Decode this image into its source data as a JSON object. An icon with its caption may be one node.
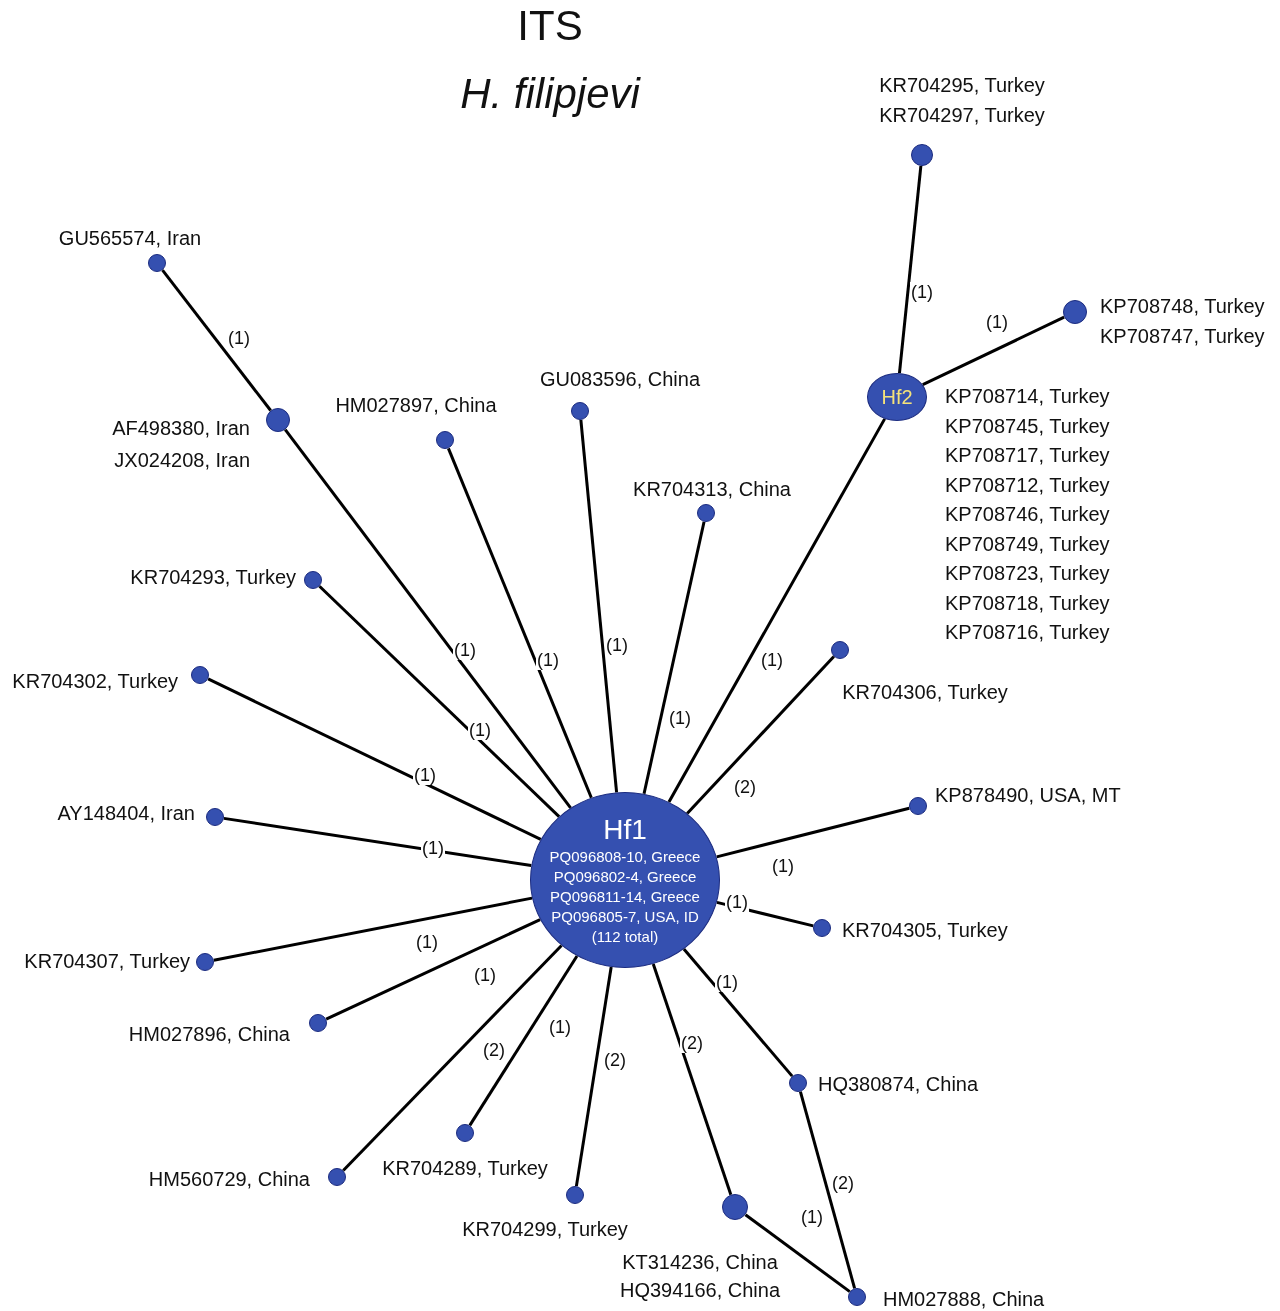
{
  "diagram": {
    "title": "ITS",
    "nodes": [
      {
        "text": [],
        "shape": "circle",
        "beside": [
          "KR704295, Turkey",
          "KR704297, Turkey"
        ]
      },
      {
        "text": [],
        "shape": "circle",
        "beside": [
          "GU565574, Iran"
        ]
      },
      {
        "text": [],
        "shape": "circle",
        "beside": [
          "KP708748, Turkey",
          "KP708747, Turkey"
        ]
      },
      {
        "text": [],
        "shape": "circle",
        "beside": [
          "GU083596, China"
        ]
      },
      {
        "text": [
          "Hf2"
        ],
        "beside": [
          "KP708714, Turkey",
          "KP708745, Turkey",
          "KP708717, Turkey",
          "KP708712, Turkey",
          "KP708746, Turkey",
          "KP708749, Turkey",
          "KP708723, Turkey",
          "KP708718, Turkey",
          "KP708716, Turkey"
        ]
      },
      {
        "text": [],
        "shape": "circle",
        "beside": [
          "AF498380, Iran",
          "JX024208, Iran"
        ]
      },
      {
        "text": [],
        "shape": "circle",
        "beside": [
          "HM027897, China"
        ]
      },
      {
        "text": [],
        "shape": "circle",
        "beside": [
          "KR704313, China"
        ]
      },
      {
        "text": [],
        "shape": "circle",
        "beside": [
          "KR704293, Turkey"
        ]
      },
      {
        "text": [],
        "shape": "circle",
        "beside": [
          "KR704306, Turkey"
        ]
      },
      {
        "text": [],
        "shape": "circle",
        "beside": [
          "KR704302, Turkey"
        ]
      },
      {
        "text": [],
        "shape": "circle",
        "beside": [
          "KP878490, USA, MT"
        ]
      },
      {
        "text": [],
        "shape": "circle",
        "beside": [
          "AY148404, Iran"
        ]
      },
      {
        "text": [
          "Hf1",
          "PQ096808-10, Greece",
          "PQ096802-4, Greece",
          "PQ096811-14, Greece",
          "PQ096805-7, USA, ID",
          "(112 total)"
        ]
      },
      {
        "text": [],
        "shape": "circle",
        "beside": [
          "KR704305, Turkey"
        ]
      },
      {
        "text": [],
        "shape": "circle",
        "beside": [
          "KR704307, Turkey"
        ]
      },
      {
        "text": [],
        "shape": "circle",
        "beside": [
          "HM027896, China"
        ]
      },
      {
        "text": [],
        "shape": "circle",
        "beside": [
          "HQ380874, China"
        ]
      },
      {
        "text": [],
        "shape": "circle",
        "beside": [
          "HM560729, China"
        ]
      },
      {
        "text": [],
        "shape": "circle",
        "beside": [
          "KR704289, Turkey"
        ]
      },
      {
        "text": [],
        "shape": "circle",
        "beside": [
          "KR704299, Turkey"
        ]
      },
      {
        "text": [],
        "shape": "circle",
        "beside": [
          "KT314236, China",
          "HQ394166, China"
        ]
      },
      {
        "text": [],
        "shape": "circle",
        "beside": [
          "HM027888, China"
        ]
      }
    ],
    "edges": [
      {
        "from": 4,
        "to": 0,
        "arrow": "none",
        "label": "(1)"
      },
      {
        "from": 4,
        "to": 2,
        "arrow": "none",
        "label": "(1)"
      },
      {
        "from": 1,
        "to": 5,
        "arrow": "none",
        "label": "(1)"
      },
      {
        "from": 13,
        "to": 5,
        "arrow": "none",
        "label": "(1)"
      },
      {
        "from": 13,
        "to": 6,
        "arrow": "none",
        "label": "(1)"
      },
      {
        "from": 13,
        "to": 3,
        "arrow": "none",
        "label": "(1)"
      },
      {
        "from": 13,
        "to": 7,
        "arrow": "none",
        "label": "(1)"
      },
      {
        "from": 13,
        "to": 4,
        "arrow": "none",
        "label": "(1)"
      },
      {
        "from": 13,
        "to": 9,
        "arrow": "none",
        "label": "(2)"
      },
      {
        "from": 13,
        "to": 8,
        "arrow": "none",
        "label": "(1)"
      },
      {
        "from": 13,
        "to": 10,
        "arrow": "none",
        "label": "(1)"
      },
      {
        "from": 13,
        "to": 12,
        "arrow": "none",
        "label": "(1)"
      },
      {
        "from": 13,
        "to": 11,
        "arrow": "none",
        "label": "(1)"
      },
      {
        "from": 13,
        "to": 14,
        "arrow": "none",
        "label": "(1)"
      },
      {
        "from": 13,
        "to": 15,
        "arrow": "none",
        "label": "(1)"
      },
      {
        "from": 13,
        "to": 16,
        "arrow": "none",
        "label": "(1)"
      },
      {
        "from": 13,
        "to": 17,
        "arrow": "none",
        "label": "(1)"
      },
      {
        "from": 13,
        "to": 18,
        "arrow": "none",
        "label": "(2)"
      },
      {
        "from": 13,
        "to": 19,
        "arrow": "none",
        "label": "(1)"
      },
      {
        "from": 13,
        "to": 20,
        "arrow": "none",
        "label": "(2)"
      },
      {
        "from": 13,
        "to": 21,
        "arrow": "none",
        "label": "(2)"
      },
      {
        "from": 17,
        "to": 22,
        "arrow": "none",
        "label": "(2)"
      },
      {
        "from": 21,
        "to": 22,
        "arrow": "none",
        "label": "(1)"
      }
    ],
    "labels": [
      "H. filipjevi"
    ]
  }
}
